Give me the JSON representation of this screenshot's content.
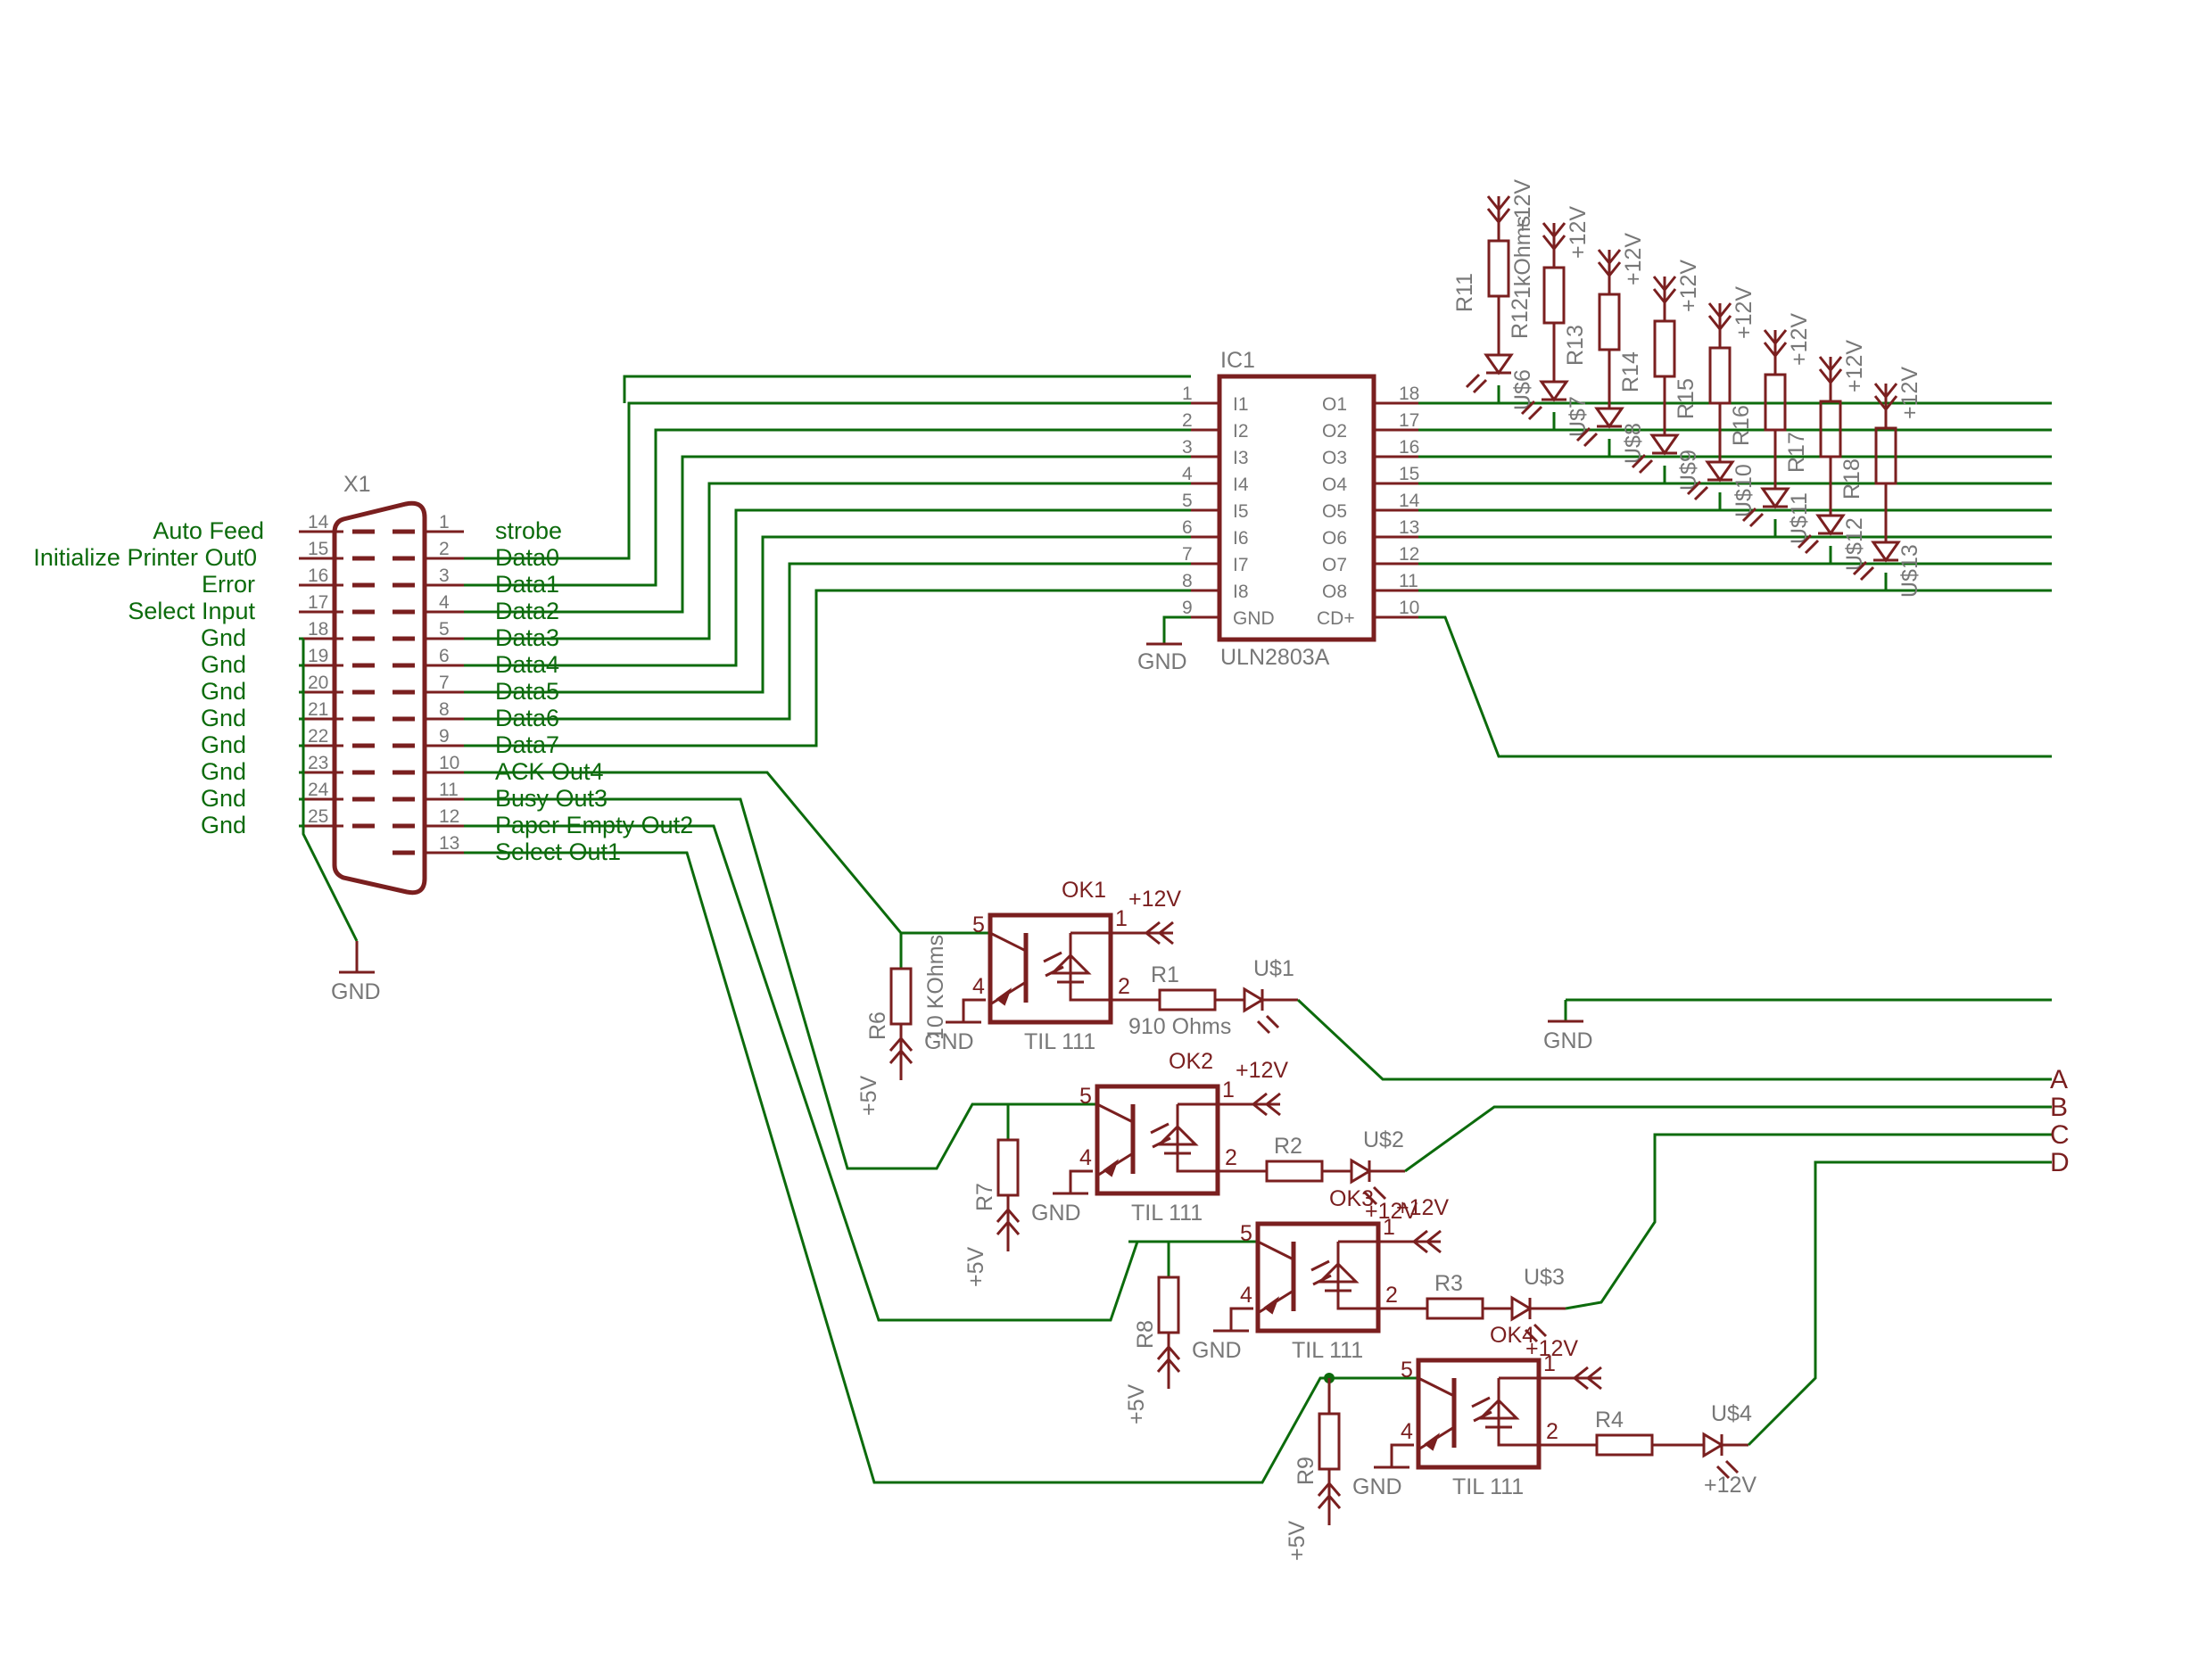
{
  "x1": {
    "name": "X1",
    "gnd_label": "GND",
    "left_pins": [
      {
        "label": "Auto Feed",
        "pin": "14"
      },
      {
        "label": "Initialize Printer Out0",
        "pin": "15"
      },
      {
        "label": "Error",
        "pin": "16"
      },
      {
        "label": "Select Input",
        "pin": "17"
      },
      {
        "label": "Gnd",
        "pin": "18"
      },
      {
        "label": "Gnd",
        "pin": "19"
      },
      {
        "label": "Gnd",
        "pin": "20"
      },
      {
        "label": "Gnd",
        "pin": "21"
      },
      {
        "label": "Gnd",
        "pin": "22"
      },
      {
        "label": "Gnd",
        "pin": "23"
      },
      {
        "label": "Gnd",
        "pin": "24"
      },
      {
        "label": "Gnd",
        "pin": "25"
      }
    ],
    "right_pins": [
      {
        "label": "strobe",
        "pin": "1"
      },
      {
        "label": "Data0",
        "pin": "2"
      },
      {
        "label": "Data1",
        "pin": "3"
      },
      {
        "label": "Data2",
        "pin": "4"
      },
      {
        "label": "Data3",
        "pin": "5"
      },
      {
        "label": "Data4",
        "pin": "6"
      },
      {
        "label": "Data5",
        "pin": "7"
      },
      {
        "label": "Data6",
        "pin": "8"
      },
      {
        "label": "Data7",
        "pin": "9"
      },
      {
        "label": "ACK Out4",
        "pin": "10"
      },
      {
        "label": "Busy Out3",
        "pin": "11"
      },
      {
        "label": "Paper Empty Out2",
        "pin": "12"
      },
      {
        "label": "Select Out1",
        "pin": "13"
      }
    ]
  },
  "ic1": {
    "name": "IC1",
    "part": "ULN2803A",
    "gnd_label": "GND",
    "left_pins": [
      {
        "pin": "1",
        "label": "I1"
      },
      {
        "pin": "2",
        "label": "I2"
      },
      {
        "pin": "3",
        "label": "I3"
      },
      {
        "pin": "4",
        "label": "I4"
      },
      {
        "pin": "5",
        "label": "I5"
      },
      {
        "pin": "6",
        "label": "I6"
      },
      {
        "pin": "7",
        "label": "I7"
      },
      {
        "pin": "8",
        "label": "I8"
      },
      {
        "pin": "9",
        "label": "GND"
      }
    ],
    "right_pins": [
      {
        "pin": "18",
        "label": "O1"
      },
      {
        "pin": "17",
        "label": "O2"
      },
      {
        "pin": "16",
        "label": "O3"
      },
      {
        "pin": "15",
        "label": "O4"
      },
      {
        "pin": "14",
        "label": "O5"
      },
      {
        "pin": "13",
        "label": "O6"
      },
      {
        "pin": "12",
        "label": "O7"
      },
      {
        "pin": "11",
        "label": "O8"
      },
      {
        "pin": "10",
        "label": "CD+"
      }
    ]
  },
  "led_array": [
    {
      "res": "R11",
      "led": "U$6",
      "value": "1kOhms",
      "supply": "+12V"
    },
    {
      "res": "R12",
      "led": "U$7",
      "supply": "+12V"
    },
    {
      "res": "R13",
      "led": "U$8",
      "supply": "+12V"
    },
    {
      "res": "R14",
      "led": "U$9",
      "supply": "+12V"
    },
    {
      "res": "R15",
      "led": "U$10",
      "supply": "+12V"
    },
    {
      "res": "R16",
      "led": "U$11",
      "supply": "+12V"
    },
    {
      "res": "R17",
      "led": "U$12",
      "supply": "+12V"
    },
    {
      "res": "R18",
      "led": "U$13",
      "supply": "+12V"
    }
  ],
  "optos": [
    {
      "name": "OK1",
      "part": "TIL 111",
      "supply": "+12V",
      "gnd": "GND",
      "in_res": "R6",
      "in_res_value": "10 KOhms",
      "in_supply": "+5V",
      "out_res": "R1",
      "out_res_value": "910 Ohms",
      "led": "U$1",
      "pin5": "5",
      "pin4": "4",
      "pin1": "1",
      "pin2": "2"
    },
    {
      "name": "OK2",
      "part": "TIL 111",
      "supply": "+12V",
      "gnd": "GND",
      "in_res": "R7",
      "in_supply": "+5V",
      "out_res": "R2",
      "led": "U$2",
      "led_supply": "+12V",
      "pin5": "5",
      "pin4": "4",
      "pin1": "1",
      "pin2": "2"
    },
    {
      "name": "OK3",
      "part": "TIL 111",
      "supply": "+12V",
      "gnd": "GND",
      "in_res": "R8",
      "in_supply": "+5V",
      "out_res": "R3",
      "led": "U$3",
      "led_supply": "+12V",
      "pin5": "5",
      "pin4": "4",
      "pin1": "1",
      "pin2": "2"
    },
    {
      "name": "OK4",
      "part": "TIL 111",
      "gnd": "GND",
      "in_res": "R9",
      "in_supply": "+5V",
      "out_res": "R4",
      "led": "U$4",
      "led_supply": "+12V",
      "pin5": "5",
      "pin4": "4",
      "pin1": "1",
      "pin2": "2"
    }
  ],
  "outputs": {
    "gnd_label": "GND",
    "labels": [
      "A",
      "B",
      "C",
      "D"
    ]
  },
  "colors": {
    "wire": "#0c6b0c",
    "part": "#7a1f1f",
    "label": "#777777"
  }
}
